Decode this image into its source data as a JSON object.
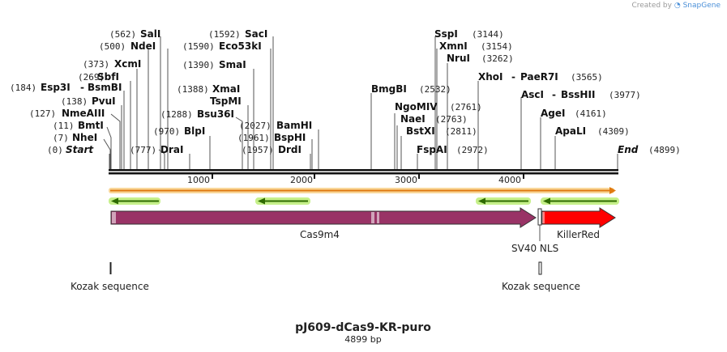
{
  "credit": {
    "prefix": "Created by",
    "brand": "SnapGene"
  },
  "plasmid": {
    "name": "pJ609-dCas9-KR-puro",
    "length_label": "4899 bp"
  },
  "ticks": [
    "1000",
    "2000",
    "3000",
    "4000"
  ],
  "sites": [
    {
      "name": "Start",
      "pos": "(0)",
      "italic": true
    },
    {
      "name": "NheI",
      "pos": "(7)"
    },
    {
      "name": "BmtI",
      "pos": "(11)"
    },
    {
      "name": "NmeAIII",
      "pos": "(127)"
    },
    {
      "name": "PvuI",
      "pos": "(138)"
    },
    {
      "name": "Esp3I",
      "pos": "(184)",
      "pair": "BsmBI"
    },
    {
      "name": "SbfI",
      "pos": "(269)"
    },
    {
      "name": "XcmI",
      "pos": "(373)"
    },
    {
      "name": "NdeI",
      "pos": "(500)"
    },
    {
      "name": "SalI",
      "pos": "(562)"
    },
    {
      "name": "DraI",
      "pos": "(777)"
    },
    {
      "name": "BlpI",
      "pos": "(970)"
    },
    {
      "name": "Bsu36I",
      "pos": "(1288)"
    },
    {
      "name": "TspMI",
      "pos": ""
    },
    {
      "name": "XmaI",
      "pos": "(1388)"
    },
    {
      "name": "SmaI",
      "pos": "(1390)"
    },
    {
      "name": "Eco53kI",
      "pos": "(1590)"
    },
    {
      "name": "SacI",
      "pos": "(1592)"
    },
    {
      "name": "DrdI",
      "pos": "(1957)"
    },
    {
      "name": "BspHI",
      "pos": "(1961)"
    },
    {
      "name": "BamHI",
      "pos": "(2027)"
    },
    {
      "name": "BmgBI",
      "pos": "(2532)"
    },
    {
      "name": "NgoMIV",
      "pos": "(2761)"
    },
    {
      "name": "NaeI",
      "pos": "(2763)"
    },
    {
      "name": "BstXI",
      "pos": "(2811)"
    },
    {
      "name": "FspAI",
      "pos": "(2972)"
    },
    {
      "name": "SspI",
      "pos": "(3144)"
    },
    {
      "name": "XmnI",
      "pos": "(3154)"
    },
    {
      "name": "NruI",
      "pos": "(3262)"
    },
    {
      "name": "XhoI",
      "pos": "(3565)",
      "pair": "PaeR7I"
    },
    {
      "name": "AscI",
      "pos": "(3977)",
      "pair": "BssHII"
    },
    {
      "name": "AgeI",
      "pos": "(4161)"
    },
    {
      "name": "ApaLI",
      "pos": "(4309)"
    },
    {
      "name": "End",
      "pos": "(4899)",
      "italic": true
    }
  ],
  "features": {
    "cas9": "Cas9m4",
    "nls": "SV40 NLS",
    "killerred": "KillerRed",
    "kozak1": "Kozak sequence",
    "kozak2": "Kozak sequence"
  },
  "colors": {
    "cas9": "#993366",
    "killerred": "#ff0000",
    "primer_line": "#2e6b00",
    "primer_glow": "#c6f08a",
    "orf_line": "#e07a10",
    "orf_glow": "#f9d79a",
    "backbone": "#111111"
  }
}
